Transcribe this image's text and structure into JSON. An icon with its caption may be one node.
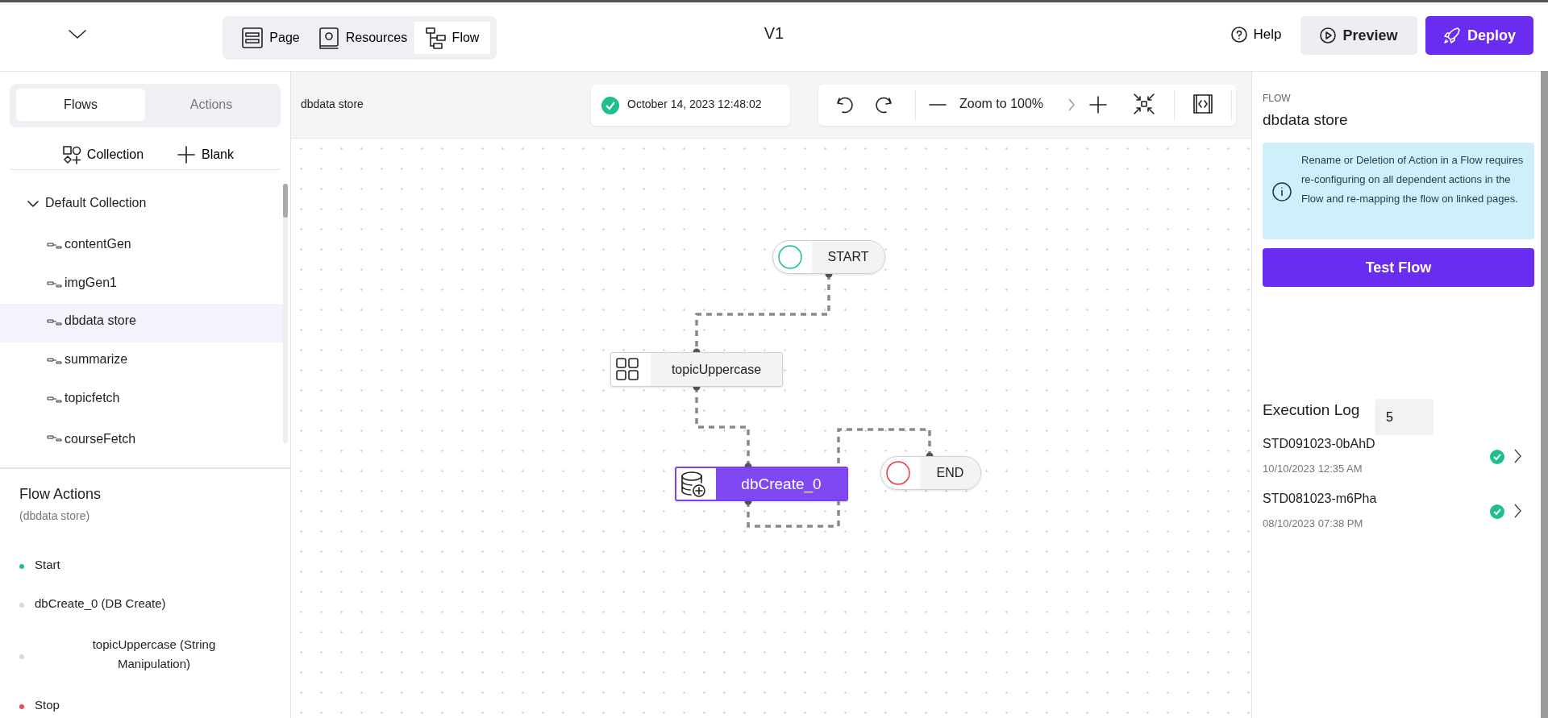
{
  "diagram": {
    "nodes": [
      {
        "text": [
          "START"
        ]
      },
      {
        "text": [
          "topicUppercase"
        ]
      },
      {
        "text": [
          "dbCreate_0"
        ]
      },
      {
        "text": [
          "END"
        ]
      }
    ],
    "edges": [
      {
        "from": 0,
        "to": 1,
        "arrow": "other",
        "style": "dashed"
      },
      {
        "from": 1,
        "to": 2,
        "arrow": "other",
        "style": "dashed"
      },
      {
        "from": 2,
        "to": 3,
        "arrow": "other",
        "style": "dashed"
      }
    ],
    "labels": [
      "Page",
      "Resources",
      "Flow",
      "V1",
      "Help",
      "Preview",
      "Deploy",
      "Flows",
      "Actions",
      "Collection",
      "Blank",
      "Default Collection",
      "contentGen",
      "imgGen1",
      "dbdata store",
      "summarize",
      "topicfetch",
      "courseFetch",
      "Flow Actions",
      "(dbdata store)",
      "Start",
      "dbCreate_0 (DB Create)",
      "topicUppercase (String Manipulation)",
      "Stop",
      "dbdata store",
      "October 14, 2023 12:48:02",
      "Zoom to 100%",
      "FLOW",
      "dbdata store",
      "Rename or Deletion of Action in a Flow requires re-configuring on all dependent actions in the Flow and re-mapping the flow on linked pages.",
      "Test Flow",
      "Execution Log",
      "5",
      "STD091023-0bAhD",
      "10/10/2023 12:35 AM",
      "STD081023-m6Pha",
      "08/10/2023 07:38 PM"
    ]
  }
}
